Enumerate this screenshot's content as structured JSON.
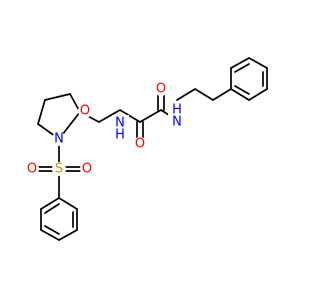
{
  "atoms": [
    {
      "id": "O_ring",
      "symbol": "O",
      "h": "",
      "color": "#ff0000"
    },
    {
      "id": "N_ring",
      "symbol": "N",
      "h": "",
      "color": "#0000ff"
    },
    {
      "id": "S",
      "symbol": "S",
      "h": "",
      "color": "#b8a000"
    },
    {
      "id": "O_s1",
      "symbol": "O",
      "h": "",
      "color": "#ff0000"
    },
    {
      "id": "O_s2",
      "symbol": "O",
      "h": "",
      "color": "#ff0000"
    },
    {
      "id": "N_am1",
      "symbol": "N",
      "h": "H",
      "color": "#0000ff"
    },
    {
      "id": "N_am2",
      "symbol": "N",
      "h": "H",
      "color": "#0000ff"
    },
    {
      "id": "O_c1",
      "symbol": "O",
      "h": "",
      "color": "#ff0000"
    },
    {
      "id": "O_c2",
      "symbol": "O",
      "h": "",
      "color": "#ff0000"
    }
  ]
}
